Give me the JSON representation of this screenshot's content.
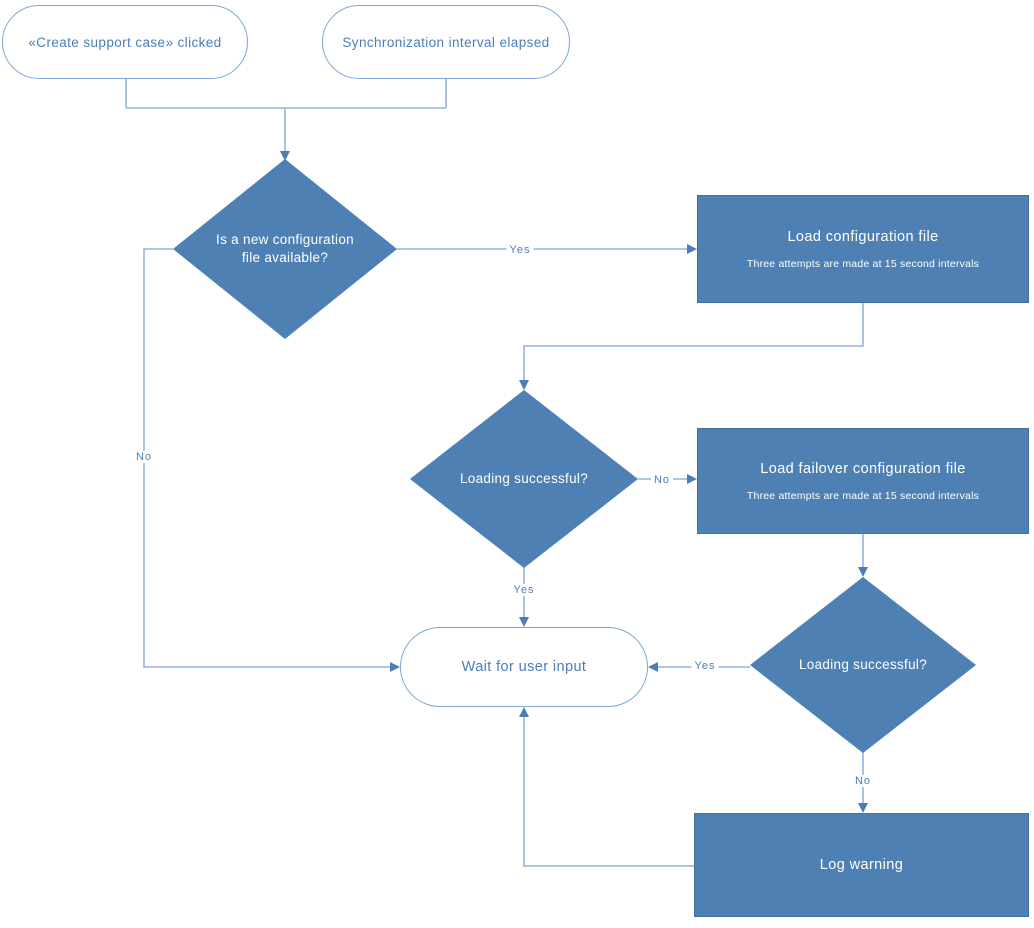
{
  "diagram": {
    "type": "flowchart",
    "nodes": {
      "start_case": {
        "label": "«Create support case» clicked"
      },
      "start_sync": {
        "label": "Synchronization interval elapsed"
      },
      "decision_new_config": {
        "label": "Is a new configuration file available?"
      },
      "load_config": {
        "title": "Load configuration file",
        "subtitle": "Three attempts are made at 15 second intervals"
      },
      "decision_load_primary": {
        "label": "Loading successful?"
      },
      "load_failover": {
        "title": "Load failover configuration file",
        "subtitle": "Three attempts are made at 15 second intervals"
      },
      "decision_load_failover": {
        "label": "Loading successful?"
      },
      "wait_user_input": {
        "label": "Wait for user input"
      },
      "log_warning": {
        "label": "Log warning"
      }
    },
    "edges": {
      "decision_new_config_yes": "Yes",
      "decision_new_config_no": "No",
      "decision_load_primary_no": "No",
      "decision_load_primary_yes": "Yes",
      "decision_load_failover_yes": "Yes",
      "decision_load_failover_no": "No"
    },
    "colors": {
      "node_fill": "#4e80b4",
      "node_border": "#41719c",
      "node_text": "#ffffff",
      "outline_stroke": "#7da7dc",
      "outline_text": "#4a7ebb",
      "connector": "#94b3de",
      "arrowhead": "#4a7ebb",
      "label_text": "#4a7ebb",
      "background": "#ffffff"
    }
  }
}
